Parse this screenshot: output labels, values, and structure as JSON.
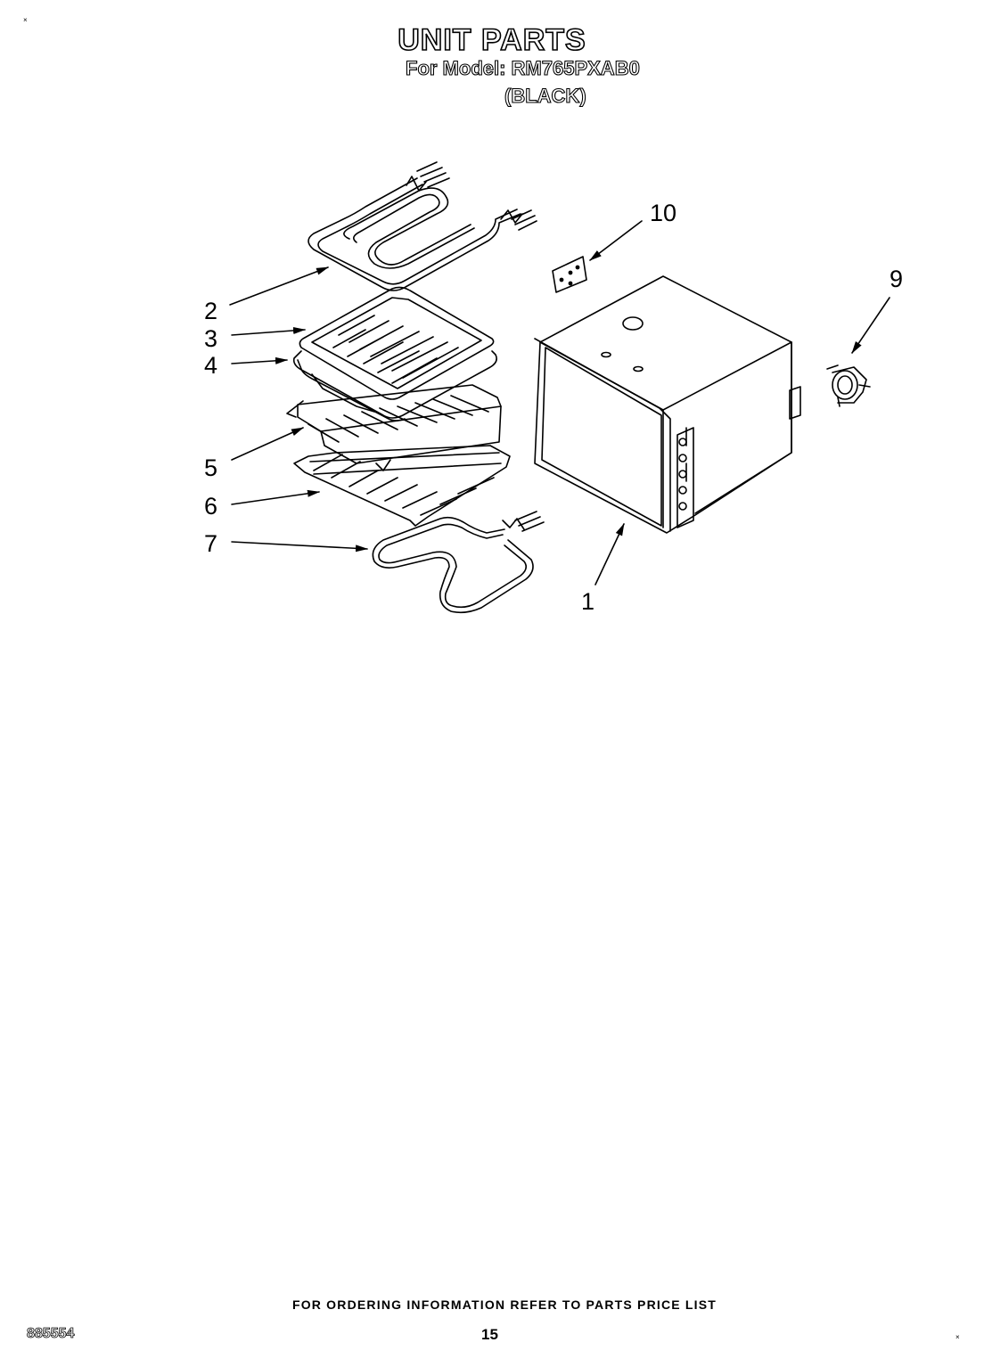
{
  "header": {
    "title": "UNIT PARTS",
    "model": "For Model: RM765PXAB0",
    "color": "(BLACK)"
  },
  "callouts": [
    "1",
    "2",
    "3",
    "4",
    "5",
    "6",
    "7",
    "9",
    "10"
  ],
  "footer": {
    "ordering_info": "FOR ORDERING INFORMATION REFER TO PARTS PRICE LIST",
    "doc_number": "885554",
    "page_number": "15"
  }
}
